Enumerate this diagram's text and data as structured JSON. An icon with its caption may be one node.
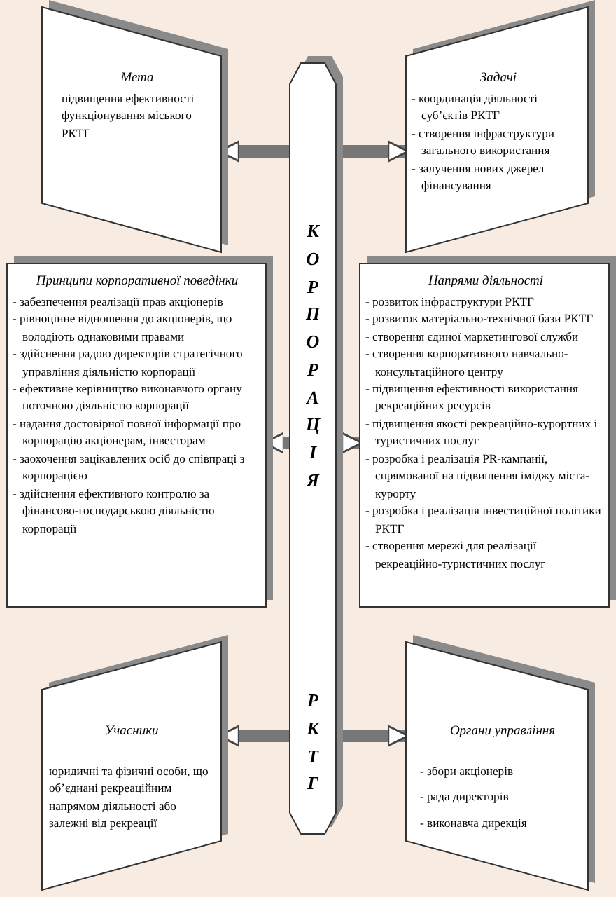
{
  "diagram": {
    "nodes": [
      {
        "text": [
          "КОРПОРАЦІЯ",
          "РКТГ"
        ]
      },
      {
        "text": [
          "Мета",
          "підвищення ефективності функціонування міського РКТГ"
        ]
      },
      {
        "text": [
          "Задачі",
          "- координація діяльності суб’єктів РКТГ",
          "- створення інфраструктури загального використання",
          "- залучення нових джерел фінансування"
        ]
      },
      {
        "text": [
          "Принципи корпоративної поведінки",
          "- забезпечення реалізації прав акціонерів",
          "- рівноцінне відношення до акціонерів, що володіють однаковими правами",
          "- здійснення радою директорів стратегічного управління діяльністю корпорації",
          "- ефективне керівництво виконавчого органу поточною діяльністю корпорації",
          "- надання достовірної повної інформації про корпорацію акціонерам, інвесторам",
          "- заохочення зацікавлених осіб до співпраці з корпорацією",
          "- здійснення ефективного контролю за фінансово-господарською діяльністю корпорації"
        ]
      },
      {
        "text": [
          "Напрями діяльності",
          "- розвиток інфраструктури РКТГ",
          "- розвиток матеріально-технічної бази РКТГ",
          "- створення єдиної маркетингової служби",
          "- створення корпоративного навчально-консультаційного центру",
          "- підвищення ефективності використання рекреаційних ресурсів",
          "- підвищення якості рекреаційно-курортних і туристичних послуг",
          "- розробка і реалізація PR-кампанії, спрямованої на підвищення іміджу міста-курорту",
          "- розробка і реалізація інвестиційної політики РКТГ",
          "- створення мережі для реалізації рекреаційно-туристичних послуг"
        ]
      },
      {
        "text": [
          "Учасники",
          "юридичні та фізичні особи, що об’єднані рекреаційним напрямом діяльності або залежні від рекреації"
        ]
      },
      {
        "text": [
          "Органи управління",
          "- збори акціонерів",
          "- рада директорів",
          "- виконавча дирекція"
        ]
      }
    ],
    "edges": [
      {
        "from": 0,
        "to": 1,
        "arrow": "to"
      },
      {
        "from": 0,
        "to": 2,
        "arrow": "to"
      },
      {
        "from": 0,
        "to": 3,
        "arrow": "to"
      },
      {
        "from": 0,
        "to": 4,
        "arrow": "to"
      },
      {
        "from": 0,
        "to": 5,
        "arrow": "to"
      },
      {
        "from": 0,
        "to": 6,
        "arrow": "to"
      }
    ]
  }
}
